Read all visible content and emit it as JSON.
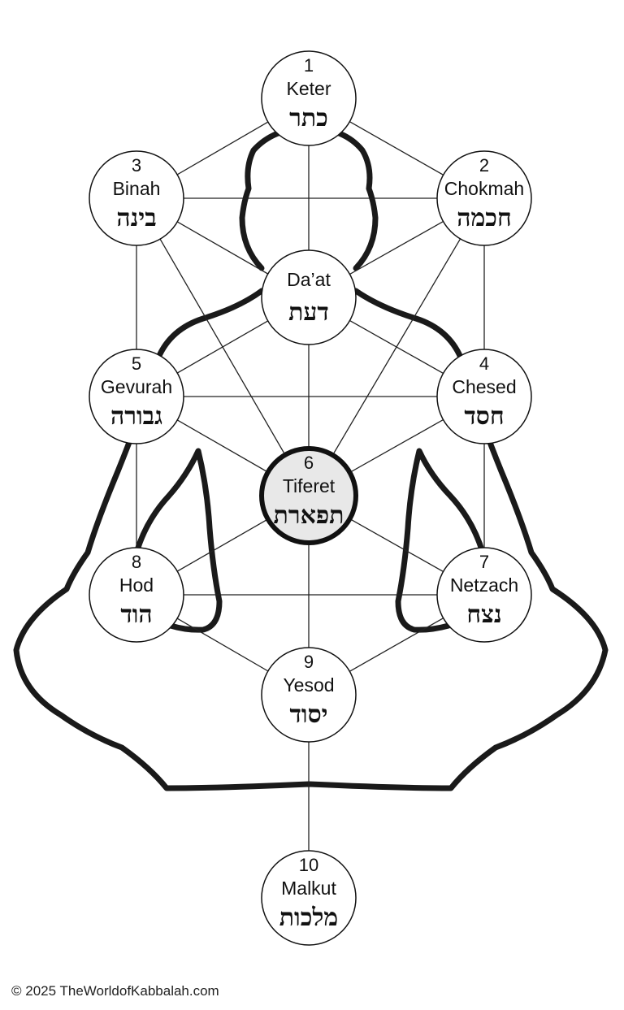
{
  "copyright": "© 2025 TheWorldofKabbalah.com",
  "sefirot": [
    {
      "id": "keter",
      "number": "1",
      "name": "Keter",
      "hebrew": "כתר"
    },
    {
      "id": "chokmah",
      "number": "2",
      "name": "Chokmah",
      "hebrew": "חכמה"
    },
    {
      "id": "binah",
      "number": "3",
      "name": "Binah",
      "hebrew": "בינה"
    },
    {
      "id": "daat",
      "number": "",
      "name": "Da’at",
      "hebrew": "דעת"
    },
    {
      "id": "chesed",
      "number": "4",
      "name": "Chesed",
      "hebrew": "חסד"
    },
    {
      "id": "gevurah",
      "number": "5",
      "name": "Gevurah",
      "hebrew": "גבורה"
    },
    {
      "id": "tiferet",
      "number": "6",
      "name": "Tiferet",
      "hebrew": "תפארת",
      "highlight": true
    },
    {
      "id": "netzach",
      "number": "7",
      "name": "Netzach",
      "hebrew": "נצח"
    },
    {
      "id": "hod",
      "number": "8",
      "name": "Hod",
      "hebrew": "הוד"
    },
    {
      "id": "yesod",
      "number": "9",
      "name": "Yesod",
      "hebrew": "יסוד"
    },
    {
      "id": "malkut",
      "number": "10",
      "name": "Malkut",
      "hebrew": "מלכות"
    }
  ],
  "paths": [
    [
      "keter",
      "chokmah"
    ],
    [
      "keter",
      "binah"
    ],
    [
      "keter",
      "daat"
    ],
    [
      "chokmah",
      "binah"
    ],
    [
      "chokmah",
      "daat"
    ],
    [
      "binah",
      "daat"
    ],
    [
      "chokmah",
      "chesed"
    ],
    [
      "chokmah",
      "tiferet"
    ],
    [
      "binah",
      "gevurah"
    ],
    [
      "binah",
      "tiferet"
    ],
    [
      "daat",
      "chesed"
    ],
    [
      "daat",
      "gevurah"
    ],
    [
      "daat",
      "tiferet"
    ],
    [
      "chesed",
      "gevurah"
    ],
    [
      "chesed",
      "tiferet"
    ],
    [
      "gevurah",
      "tiferet"
    ],
    [
      "chesed",
      "netzach"
    ],
    [
      "gevurah",
      "hod"
    ],
    [
      "tiferet",
      "netzach"
    ],
    [
      "tiferet",
      "hod"
    ],
    [
      "tiferet",
      "yesod"
    ],
    [
      "netzach",
      "hod"
    ],
    [
      "netzach",
      "yesod"
    ],
    [
      "hod",
      "yesod"
    ],
    [
      "yesod",
      "malkut"
    ]
  ],
  "colors": {
    "line": "#222222",
    "silhouette": "#1a1a1a",
    "circle_fill": "#ffffff",
    "highlight_fill": "#e8e8e8"
  }
}
